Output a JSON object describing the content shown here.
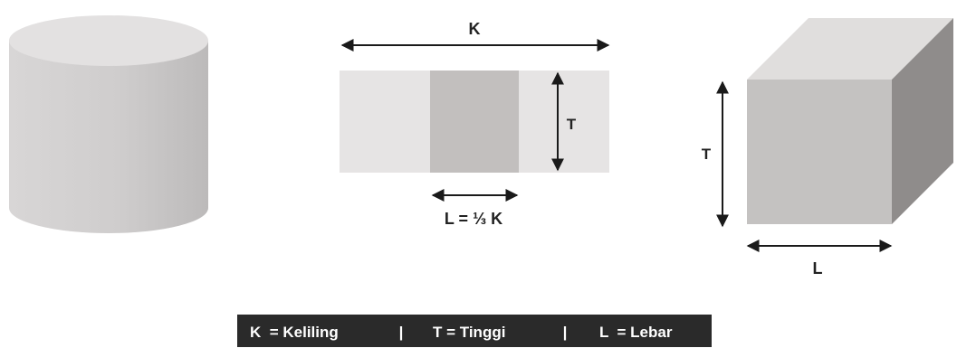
{
  "labels": {
    "strip_length": "K",
    "strip_height": "T",
    "strip_width": "L = ⅓ K",
    "cube_height": "T",
    "cube_width": "L"
  },
  "legend": {
    "keliling": "K  = Keliling",
    "separator_1": "|",
    "tinggi": "T = Tinggi",
    "separator_2": "|",
    "lebar": "L  = Lebar"
  },
  "colors": {
    "background": "#ffffff",
    "cylinder_top": "#e3e1e1",
    "cylinder_body": "#d2d0d0",
    "strip_light": "#e6e4e4",
    "strip_dark": "#c2bfbe",
    "cube_front": "#c4c2c1",
    "cube_top": "#e0dedd",
    "cube_side": "#8f8c8b",
    "arrow": "#1a1a1a",
    "legend_bg": "#2a2a2a",
    "legend_text": "#ffffff"
  }
}
